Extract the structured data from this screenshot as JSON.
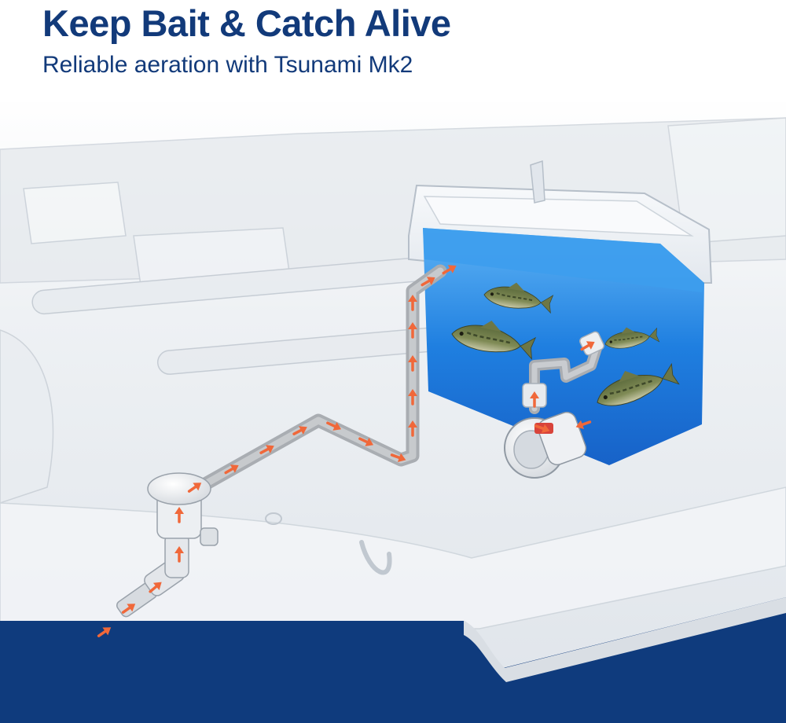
{
  "header": {
    "title": "Keep Bait & Catch Alive",
    "subtitle": "Reliable aeration with Tsunami Mk2"
  },
  "colors": {
    "title_text": "#123a7a",
    "navy_band": "#0f3b7d",
    "water": "#1f7fe0",
    "flow_arrows": "#f0683a",
    "hoses": "#a9adb2"
  },
  "scene": {
    "components": [
      "hull",
      "livewell",
      "water",
      "fish",
      "intake-pump",
      "hose",
      "aerator",
      "spray-head"
    ],
    "flow_arrow_icon": "arrow-right-icon"
  }
}
